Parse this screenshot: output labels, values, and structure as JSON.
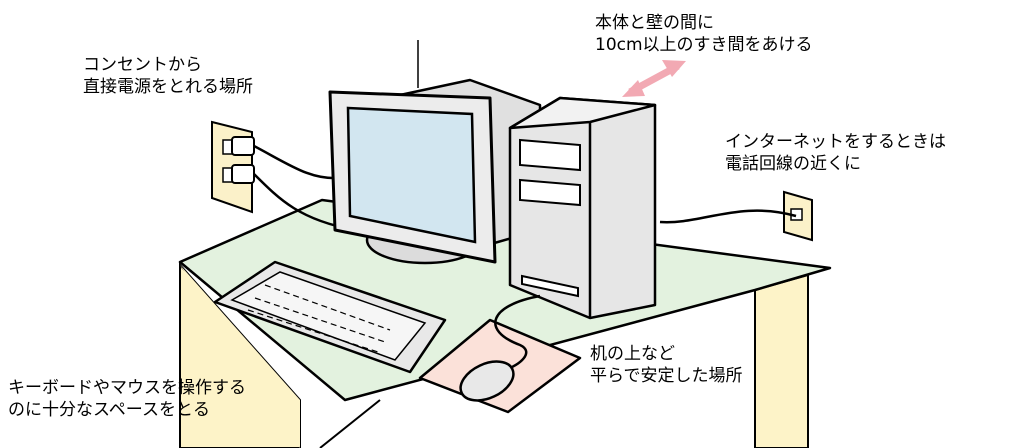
{
  "labels": {
    "outlet": {
      "line1": "コンセントから",
      "line2": "直接電源をとれる場所"
    },
    "gap": {
      "line1": "本体と壁の間に",
      "line2": "10cm以上のすき間をあける"
    },
    "internet": {
      "line1": "インターネットをするときは",
      "line2": "電話回線の近くに"
    },
    "desk": {
      "line1": "机の上など",
      "line2": "平らで安定した場所"
    },
    "keyboard": {
      "line1": "キーボードやマウスを操作する",
      "line2": "のに十分なスペースをとる"
    }
  },
  "colors": {
    "desk_top": "#e3f2df",
    "desk_side": "#fdf3c8",
    "monitor_body": "#ececec",
    "screen": "#d2e6f0",
    "tower": "#e6e6e6",
    "mousepad": "#fbe1d9",
    "arrow": "#f2a9b3",
    "outline": "#000000"
  },
  "icons": [
    "power-outlet-icon",
    "phone-jack-icon",
    "double-arrow-icon"
  ]
}
